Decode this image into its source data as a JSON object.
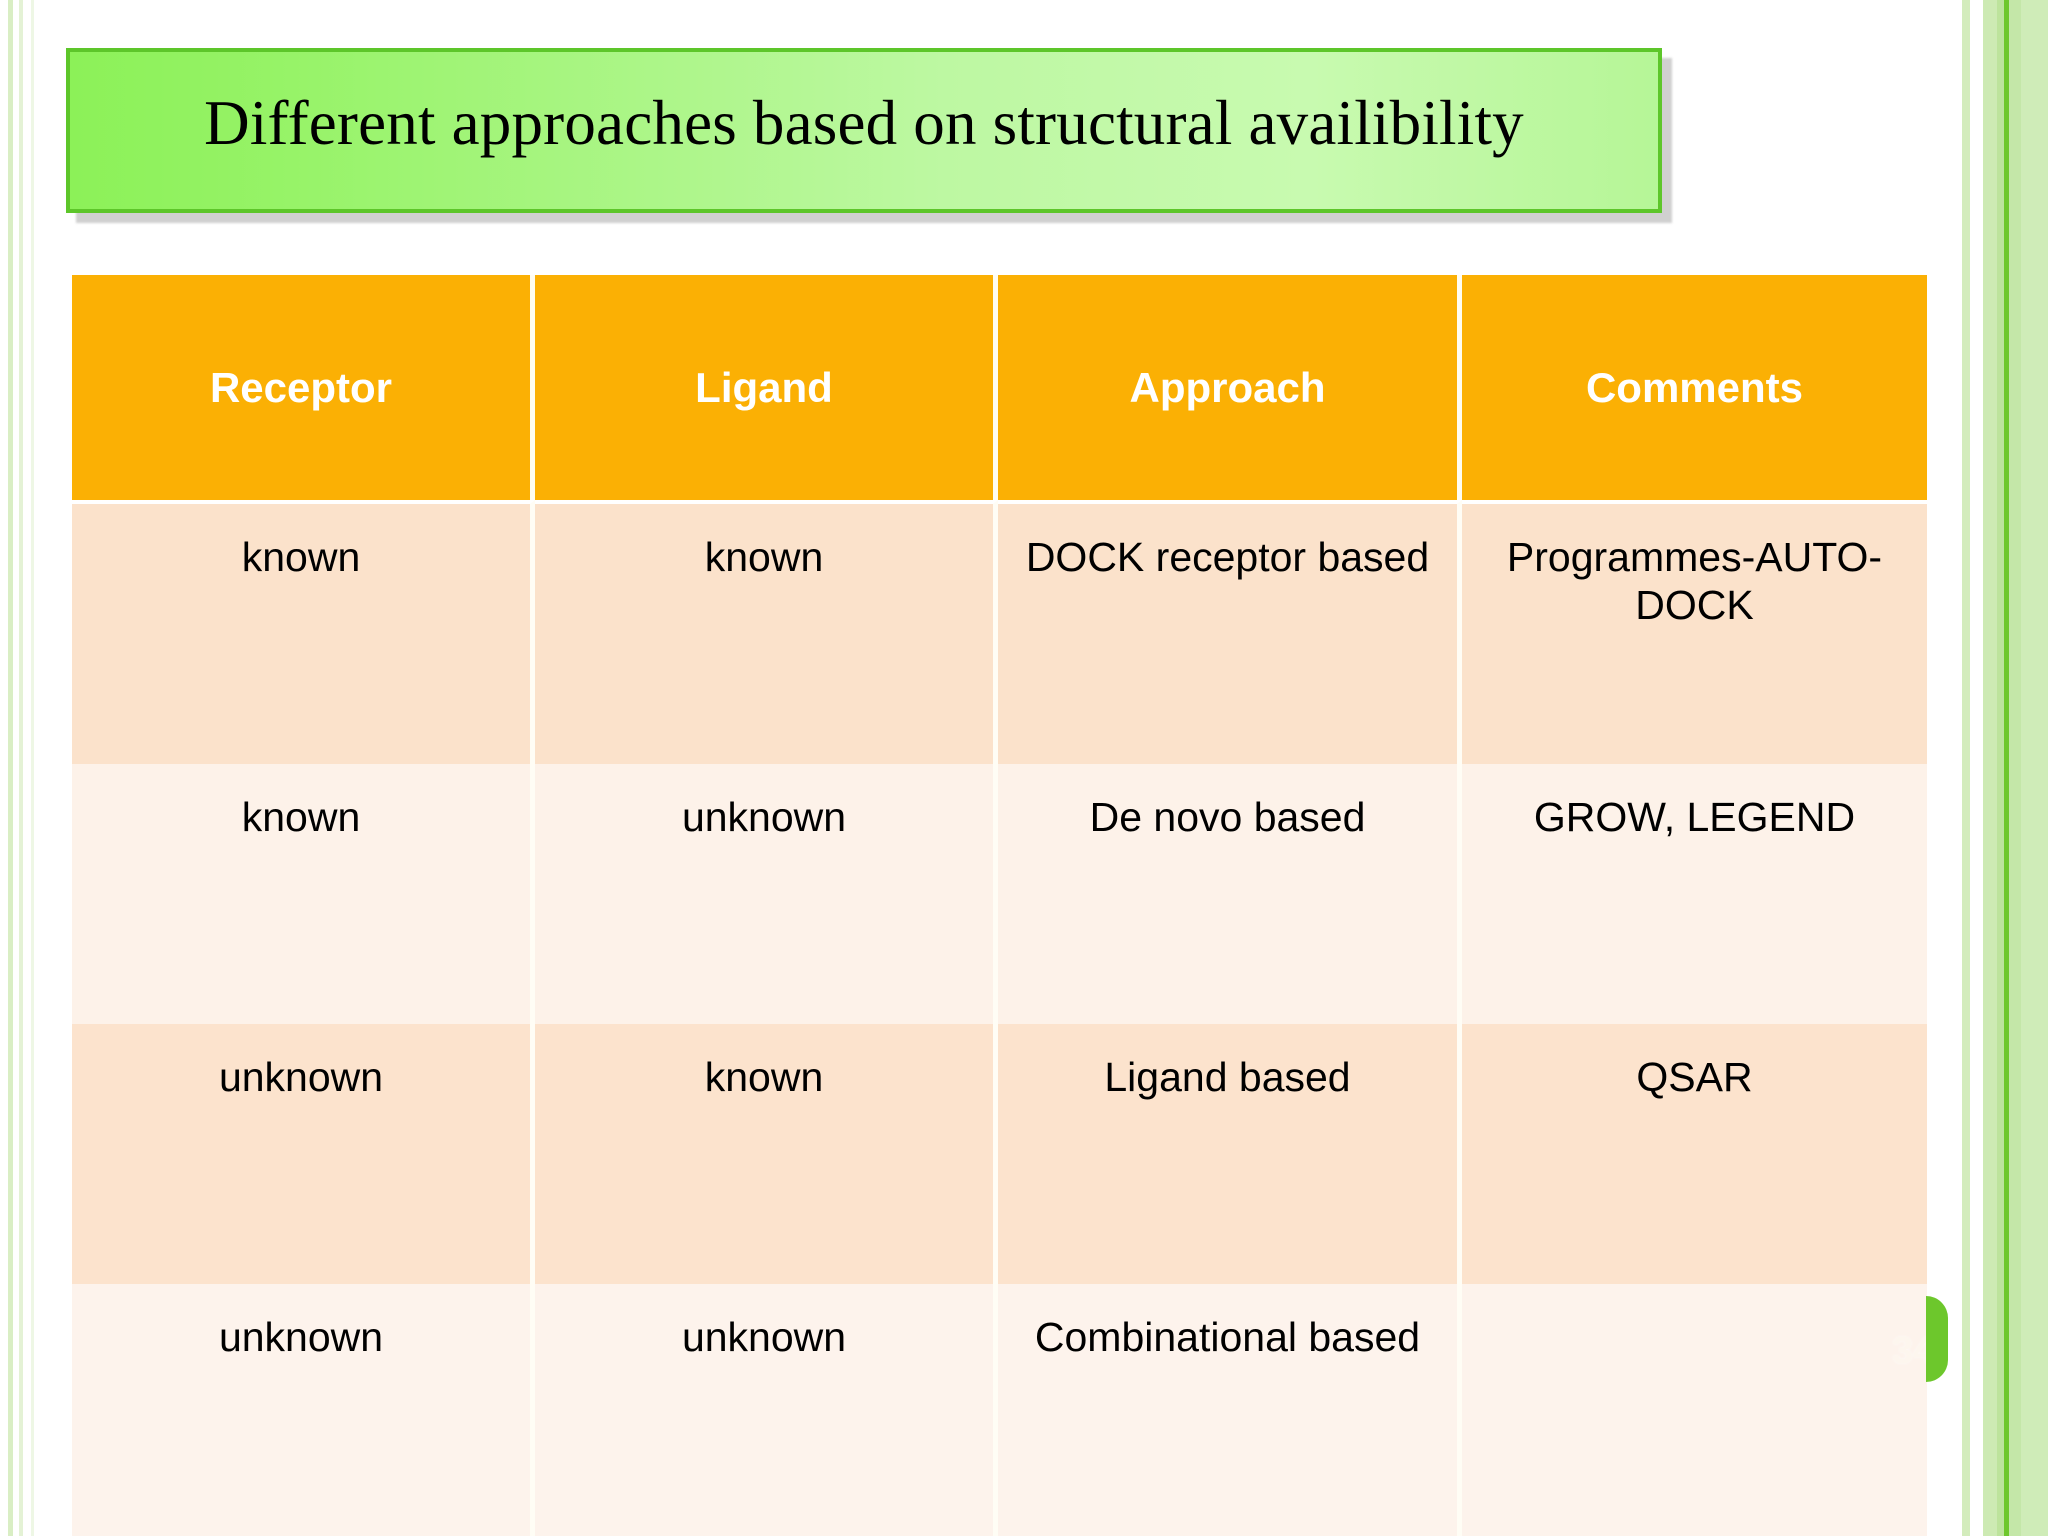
{
  "slide": {
    "title": "Different approaches based on structural availibility",
    "page_number": "34",
    "accent_green": "#6dc72c",
    "title_border_green": "#5dc62a",
    "title_fill_green_left": "#8cf158",
    "title_fill_green_right": "#c8fab0",
    "header_orange": "#fbb004",
    "row_shade_dark": "#fbe2cb",
    "row_shade_light": "#fdf2e9"
  },
  "table": {
    "columns": [
      "Receptor",
      "Ligand",
      "Approach",
      "Comments"
    ],
    "rows": [
      {
        "receptor": "known",
        "ligand": "known",
        "approach": "DOCK receptor based",
        "comments": "Programmes-AUTO-DOCK"
      },
      {
        "receptor": "known",
        "ligand": "unknown",
        "approach": "De novo based",
        "comments": "GROW, LEGEND"
      },
      {
        "receptor": "unknown",
        "ligand": "known",
        "approach": "Ligand based",
        "comments": "QSAR"
      },
      {
        "receptor": "unknown",
        "ligand": "unknown",
        "approach": "Combinational based",
        "comments": ""
      }
    ]
  }
}
